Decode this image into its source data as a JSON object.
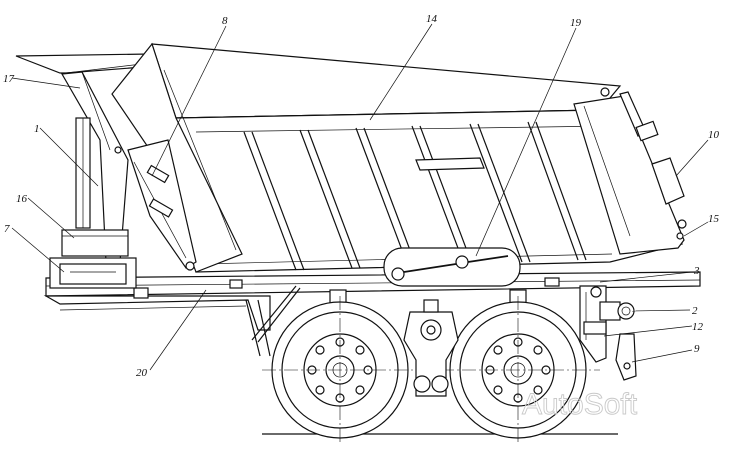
{
  "callouts": [
    {
      "id": "c1",
      "text": "1"
    },
    {
      "id": "c2",
      "text": "2"
    },
    {
      "id": "c3",
      "text": "3"
    },
    {
      "id": "c7",
      "text": "7"
    },
    {
      "id": "c8",
      "text": "8"
    },
    {
      "id": "c9",
      "text": "9"
    },
    {
      "id": "c10",
      "text": "10"
    },
    {
      "id": "c12",
      "text": "12"
    },
    {
      "id": "c14",
      "text": "14"
    },
    {
      "id": "c15",
      "text": "15"
    },
    {
      "id": "c16",
      "text": "16"
    },
    {
      "id": "c17",
      "text": "17"
    },
    {
      "id": "c19",
      "text": "19"
    },
    {
      "id": "c20",
      "text": "20"
    }
  ],
  "watermark": "AutoSoft"
}
